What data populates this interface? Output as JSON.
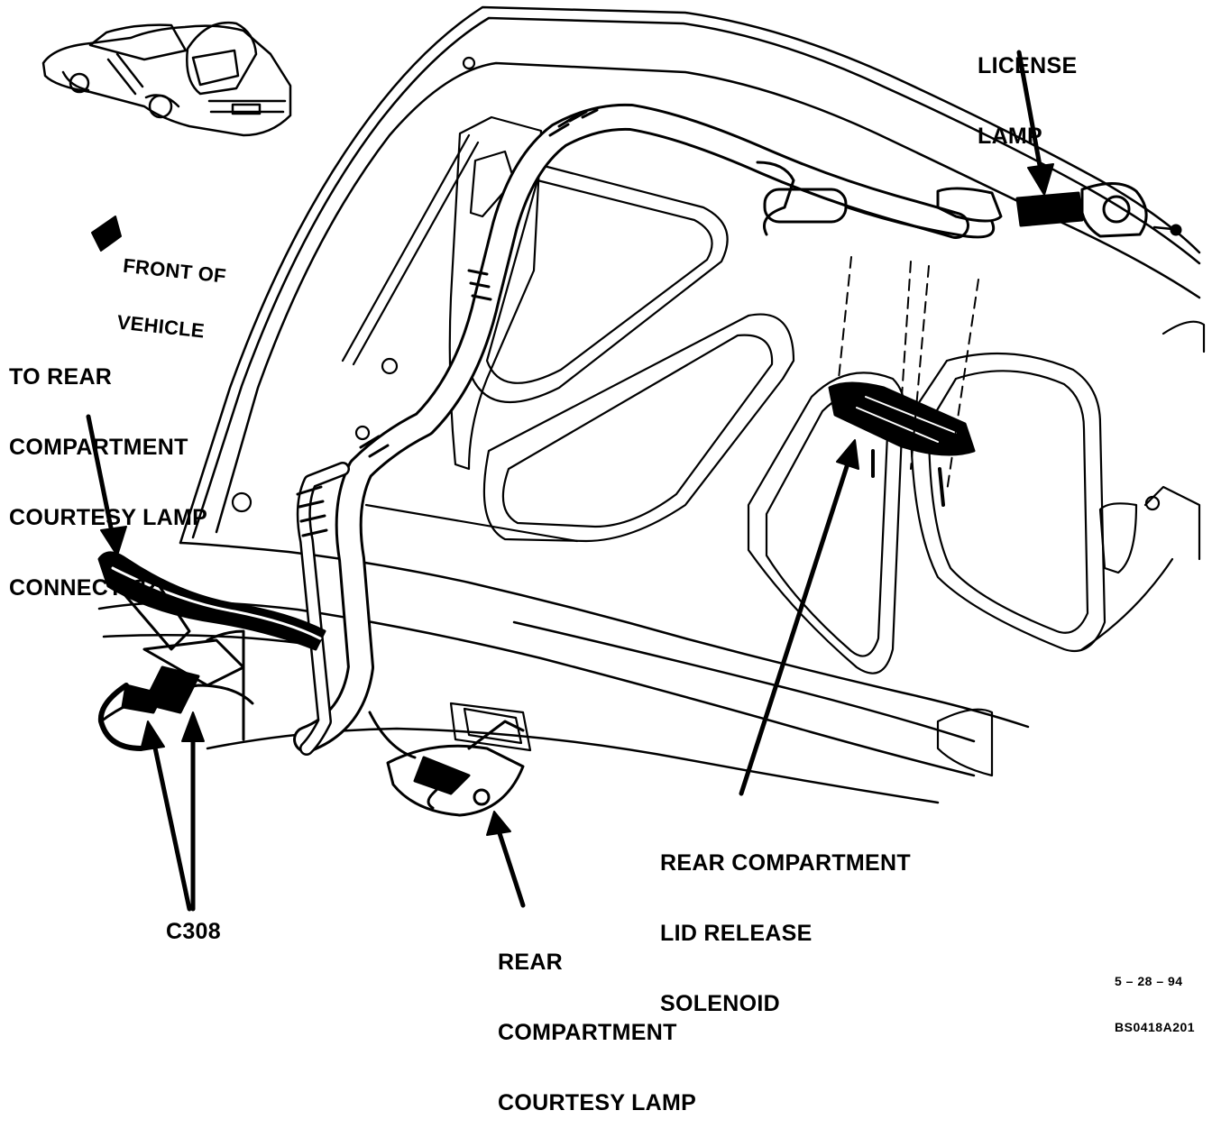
{
  "labels": {
    "license_lamp": [
      "LICENSE",
      "LAMP"
    ],
    "front_of_vehicle": [
      "FRONT OF",
      "VEHICLE"
    ],
    "connector": [
      "TO REAR",
      "COMPARTMENT",
      "COURTESY LAMP",
      "CONNECTOR"
    ],
    "solenoid": [
      "REAR COMPARTMENT",
      "LID RELEASE",
      "SOLENOID"
    ],
    "courtesy_lamp": [
      "REAR",
      "COMPARTMENT",
      "COURTESY LAMP"
    ],
    "c308": "C308",
    "date_code": "5 – 28 – 94",
    "figure_code": "BS0418A201"
  },
  "colors": {
    "ink": "#000000",
    "paper": "#ffffff"
  }
}
